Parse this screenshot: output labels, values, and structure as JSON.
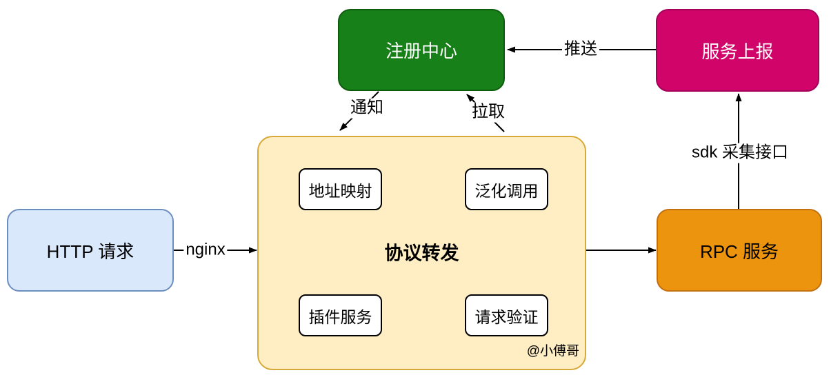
{
  "diagram": {
    "nodes": {
      "registry": {
        "label": "注册中心",
        "fill": "#188018",
        "border": "#0d5c0d",
        "text_color": "#ffffff"
      },
      "service_report": {
        "label": "服务上报",
        "fill": "#d10569",
        "border": "#a3005a",
        "text_color": "#ffffff"
      },
      "gateway": {
        "label": "协议转发",
        "fill": "#ffeec3",
        "border": "#d7a938",
        "text_color": "#000000",
        "features": [
          "地址映射",
          "泛化调用",
          "插件服务",
          "请求验证"
        ]
      },
      "http_request": {
        "label": "HTTP 请求",
        "fill": "#dae8fc",
        "border": "#6c8ebf",
        "text_color": "#000000"
      },
      "rpc_service": {
        "label": "RPC 服务",
        "fill": "#ed940e",
        "border": "#c26f0e",
        "text_color": "#000000"
      }
    },
    "edges": {
      "push": {
        "label": "推送",
        "from": "service_report",
        "to": "registry"
      },
      "notify": {
        "label": "通知",
        "from": "registry",
        "to": "gateway"
      },
      "pull": {
        "label": "拉取",
        "from": "gateway",
        "to": "registry"
      },
      "nginx": {
        "label": "nginx",
        "from": "http_request",
        "to": "gateway"
      },
      "forward": {
        "label": "",
        "from": "gateway",
        "to": "rpc_service"
      },
      "sdk": {
        "label": "sdk 采集接口",
        "from": "rpc_service",
        "to": "service_report"
      }
    },
    "watermark": "@小傅哥",
    "arrow_color": "#000000",
    "background": "#ffffff"
  }
}
